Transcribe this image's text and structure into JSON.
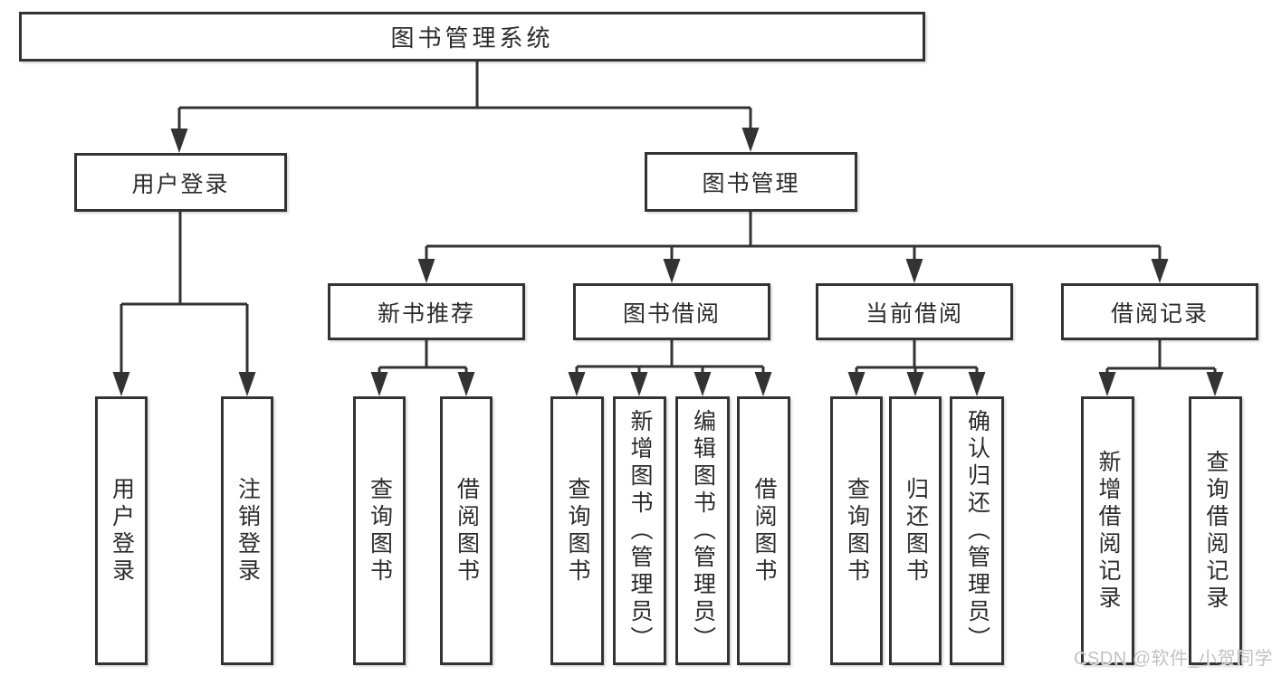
{
  "diagram": {
    "root": "图书管理系统",
    "branches": [
      {
        "label": "用户登录",
        "leaves": [
          "用户登录",
          "注销登录"
        ]
      },
      {
        "label": "图书管理",
        "sections": [
          {
            "label": "新书推荐",
            "leaves": [
              "查询图书",
              "借阅图书"
            ]
          },
          {
            "label": "图书借阅",
            "leaves": [
              "查询图书",
              "新增图书（管理员）",
              "编辑图书（管理员）",
              "借阅图书"
            ]
          },
          {
            "label": "当前借阅",
            "leaves": [
              "查询图书",
              "归还图书",
              "确认归还（管理员）"
            ]
          },
          {
            "label": "借阅记录",
            "leaves": [
              "新增借阅记录",
              "查询借阅记录"
            ]
          }
        ]
      }
    ]
  },
  "watermark": "CSDN @软件_小贺同学",
  "colors": {
    "line": "#333333",
    "box_border": "#333333",
    "text": "#2b2b2b",
    "watermark": "#c2c2c2",
    "background": "#ffffff"
  }
}
